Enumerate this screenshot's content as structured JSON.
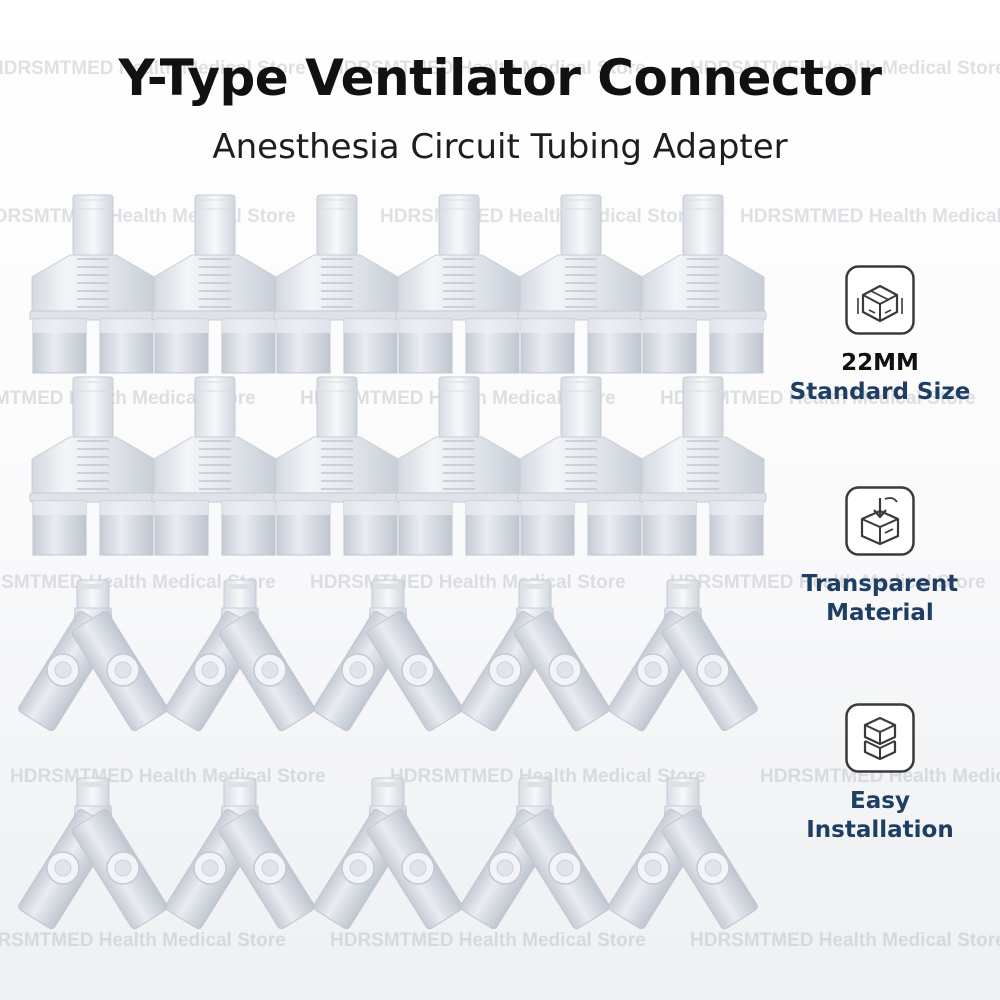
{
  "header": {
    "title": "Y-Type Ventilator Connector",
    "subtitle": "Anesthesia Circuit Tubing Adapter"
  },
  "watermark": {
    "text": "HDRSMTMED Health Medical Store",
    "color": "#aab0ba"
  },
  "features": [
    {
      "icon": "box-dimension-icon",
      "line1": "22MM",
      "line2": "Standard Size"
    },
    {
      "icon": "box-drop-icon",
      "line1": "Transparent",
      "line2": "Material"
    },
    {
      "icon": "stacked-cubes-icon",
      "line1": "Easy",
      "line2": "Installation"
    }
  ],
  "colors": {
    "title": "#111111",
    "feature_text": "#1f3e63",
    "icon_stroke": "#3a3a3a",
    "connector_body": "#e4e8ee"
  }
}
